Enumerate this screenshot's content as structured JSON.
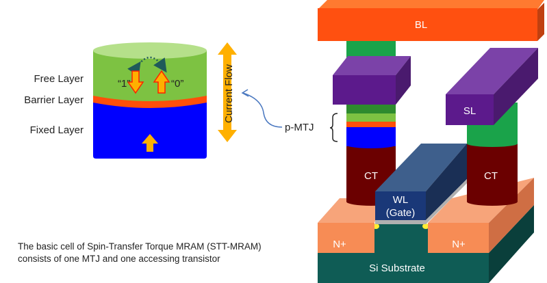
{
  "mtj_cell": {
    "free_layer_label": "Free Layer",
    "barrier_layer_label": "Barrier Layer",
    "fixed_layer_label": "Fixed Layer",
    "state_one": "“1”",
    "state_zero": "“0”",
    "current_flow_label": "Current Flow",
    "colors": {
      "free": "#7dc242",
      "barrier": "#ff4f0a",
      "fixed": "#0000ff",
      "arrow": "#ffb000"
    }
  },
  "pointer": {
    "label": "p-MTJ"
  },
  "structure": {
    "bitline": "BL",
    "sourceline": "SL",
    "contact_left": "CT",
    "contact_right": "CT",
    "wordline": "WL",
    "wordline_sub": "(Gate)",
    "n_plus_left": "N+",
    "n_plus_right": "N+",
    "substrate": "Si Substrate"
  },
  "caption": {
    "line1": "The basic cell of Spin-Transfer Torque MRAM  (STT-MRAM)",
    "line2": "consists of one MTJ and one accessing transistor"
  }
}
